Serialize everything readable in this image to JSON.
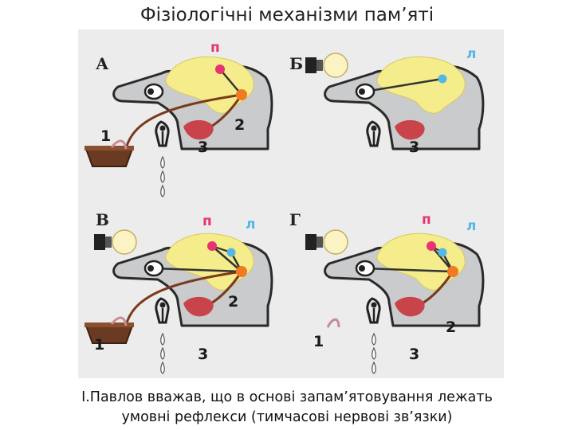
{
  "title": "Фізіологічні механізми пам’яті",
  "caption": {
    "line1": "І.Павлов вважав, що в основі запам’ятовування лежать",
    "line2": "умовні рефлекси (тимчасові нервові зв’язки)"
  },
  "panels": [
    {
      "letter": "А",
      "n1": "1",
      "n2": "2",
      "n3": "3",
      "p": "п",
      "l": ""
    },
    {
      "letter": "Б",
      "n1": "",
      "n2": "",
      "n3": "3",
      "p": "",
      "l": "л"
    },
    {
      "letter": "В",
      "n1": "1",
      "n2": "2",
      "n3": "3",
      "p": "п",
      "l": "л"
    },
    {
      "letter": "Г",
      "n1": "1",
      "n2": "2",
      "n3": "3",
      "p": "п",
      "l": "л"
    }
  ],
  "colors": {
    "head": "#c9cbcd",
    "brain": "#f5ec8c",
    "food_center": "#e8336f",
    "sound_center": "#53b8e6",
    "subcortex": "#f07a22",
    "nerve": "#7a3a1c",
    "gland": "#c9434a",
    "bowl": "#6b3a22"
  }
}
